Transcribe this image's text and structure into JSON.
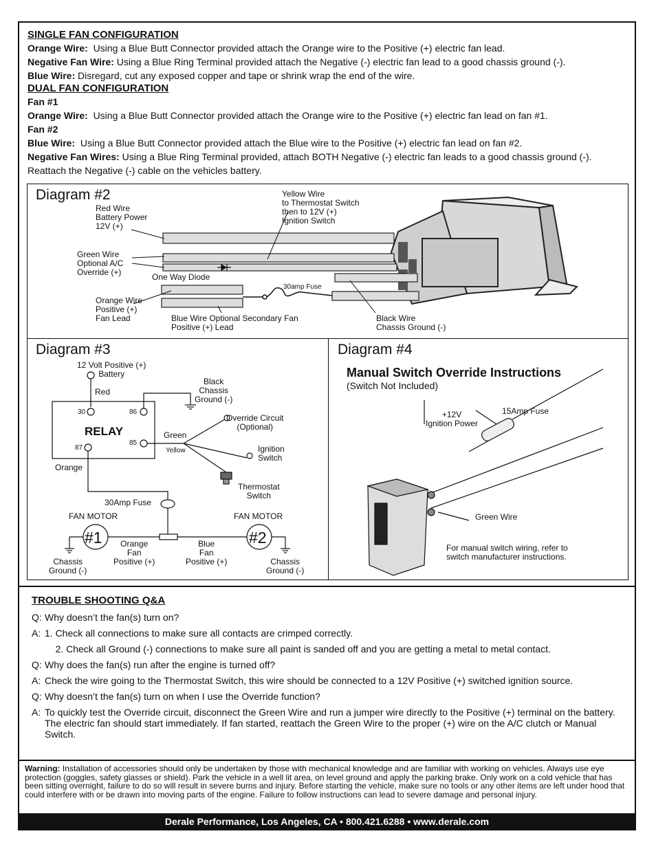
{
  "single": {
    "heading": "SINGLE FAN CONFIGURATION",
    "orange_label": "Orange Wire:",
    "orange_text": "Using a Blue Butt Connector provided attach the Orange wire to the Positive (+) electric fan lead.",
    "neg_label": "Negative Fan Wire:",
    "neg_text": "Using a Blue Ring Terminal provided attach the Negative (-) electric fan lead to a good chassis ground (-).",
    "blue_label": "Blue Wire:",
    "blue_text": "Disregard, cut any exposed copper and tape or shrink wrap the end of the wire."
  },
  "dual": {
    "heading": "DUAL FAN CONFIGURATION",
    "fan1": "Fan #1",
    "orange_label": "Orange Wire:",
    "orange_text": "Using a Blue Butt Connector provided attach the Orange wire to the Positive (+) electric fan lead on fan #1.",
    "fan2": "Fan #2",
    "blue_label": "Blue Wire:",
    "blue_text": "Using a Blue Butt Connector provided attach the Blue wire to the Positive (+) electric fan lead on fan #2.",
    "neg_label": "Negative Fan Wires:",
    "neg_text": "Using a Blue Ring Terminal provided, attach BOTH Negative (-) electric fan leads to a good chassis ground (-).",
    "reattach": "Reattach the Negative (-) cable on the vehicles battery."
  },
  "diagram2": {
    "title": "Diagram #2",
    "red_wire": "Red Wire\nBattery Power\n12V (+)",
    "yellow_wire": "Yellow Wire\nto Thermostat Switch\nthen to 12V (+)\nIgnition Switch",
    "green_wire": "Green Wire\nOptional A/C\nOverride (+)",
    "diode": "One Way Diode",
    "fuse": "30amp Fuse",
    "orange_wire": "Orange Wire\nPositive (+)\nFan Lead",
    "blue_wire": "Blue Wire Optional Secondary Fan\nPositive (+) Lead",
    "black_wire": "Black Wire\nChassis Ground (-)"
  },
  "diagram3": {
    "title": "Diagram #3",
    "battery": "12 Volt Positive (+)\nBattery",
    "red": "Red",
    "black": "Black\nChassis\nGround (-)",
    "relay": "RELAY",
    "t30": "30",
    "t86": "86",
    "t85": "85",
    "t87": "87",
    "override": "Override Circuit\n(Optional)",
    "green": "Green",
    "yellow": "Yellow",
    "ignition": "Ignition\nSwitch",
    "orange": "Orange",
    "thermostat": "Thermostat\nSwitch",
    "fuse": "30Amp Fuse",
    "fan_motor_1": "FAN MOTOR",
    "fan_motor_2": "FAN MOTOR",
    "fan1": "#1",
    "fan2": "#2",
    "orange_fan": "Orange\nFan\nPositive (+)",
    "blue_fan": "Blue\nFan\nPositive (+)",
    "chassis1": "Chassis\nGround (-)",
    "chassis2": "Chassis\nGround (-)"
  },
  "diagram4": {
    "title": "Diagram #4",
    "subtitle": "Manual Switch Override Instructions",
    "note": "(Switch Not Included)",
    "power": "+12V\nIgnition Power",
    "fuse": "15Amp Fuse",
    "green_wire": "Green Wire",
    "instructions": "For manual switch wiring, refer to\nswitch manufacturer instructions."
  },
  "troubleshooting": {
    "heading": "TROUBLE SHOOTING Q&A",
    "items": [
      {
        "k": "Q:",
        "v": "Why doesn’t the fan(s) turn on?"
      },
      {
        "k": "A:",
        "v": "1. Check all connections to make sure all contacts are crimped correctly."
      },
      {
        "k": "",
        "v": "    2. Check all Ground (-) connections to make sure all paint is sanded off and you are getting a metal to metal contact."
      },
      {
        "k": "Q:",
        "v": "Why does the fan(s) run after the engine is turned off?"
      },
      {
        "k": "A:",
        "v": "Check the wire going to the Thermostat Switch, this wire should be connected to a 12V Positive (+) switched ignition source."
      },
      {
        "k": "Q:",
        "v": "Why doesn’t the fan(s) turn on when I use the Override function?"
      },
      {
        "k": "A:",
        "v": "To quickly test the Override circuit, disconnect the Green Wire and run a jumper wire directly to the Positive (+) terminal on the battery. The electric fan should start immediately. If fan started, reattach the Green Wire to the proper (+) wire on the A/C clutch or Manual Switch."
      }
    ]
  },
  "warning": {
    "label": "Warning:",
    "text": "Installation of accessories should only be undertaken by those with mechanical knowledge and are familiar with working on vehicles.  Always use eye protection (goggles, safety glasses or shield).  Park the vehicle in a well lit area, on level ground and apply the parking brake. Only work on a cold vehicle that has been sitting overnight, failure to do so will result in severe burns and injury.  Before starting the vehicle, make sure no tools or any other items are left under hood that could interfere with or be drawn into moving parts of the engine. Failure to follow instructions can lead to severe damage and personal injury."
  },
  "footer": "Derale Performance, Los Angeles, CA  •  800.421.6288 • www.derale.com"
}
